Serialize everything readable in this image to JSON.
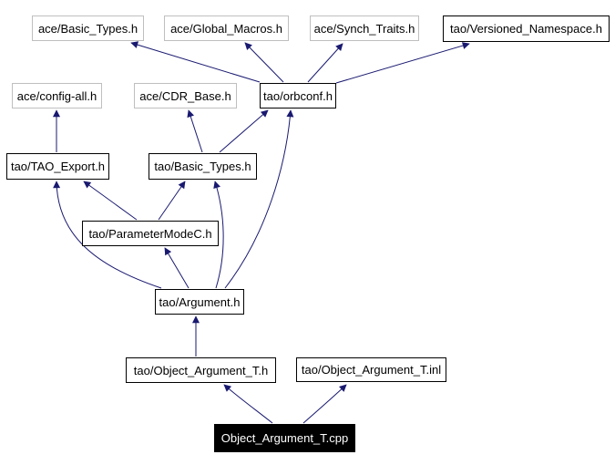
{
  "graph": {
    "type": "include-dependency-graph",
    "colors": {
      "edge": "#191970",
      "undocumented_border": "#bfbfbf",
      "documented_border": "#000000",
      "node_background": "#ffffff",
      "focus_background": "#000000",
      "focus_text": "#ffffff"
    },
    "nodes": [
      {
        "id": "ace_basic_types_h",
        "label": "ace/Basic_Types.h",
        "documented": false
      },
      {
        "id": "ace_global_macros_h",
        "label": "ace/Global_Macros.h",
        "documented": false
      },
      {
        "id": "ace_synch_traits_h",
        "label": "ace/Synch_Traits.h",
        "documented": false
      },
      {
        "id": "tao_versioned_namespace_h",
        "label": "tao/Versioned_Namespace.h",
        "documented": true
      },
      {
        "id": "ace_config_all_h",
        "label": "ace/config-all.h",
        "documented": false
      },
      {
        "id": "ace_cdr_base_h",
        "label": "ace/CDR_Base.h",
        "documented": false
      },
      {
        "id": "tao_orbconf_h",
        "label": "tao/orbconf.h",
        "documented": true
      },
      {
        "id": "tao_tao_export_h",
        "label": "tao/TAO_Export.h",
        "documented": true
      },
      {
        "id": "tao_basic_types_h",
        "label": "tao/Basic_Types.h",
        "documented": true
      },
      {
        "id": "tao_parametermodec_h",
        "label": "tao/ParameterModeC.h",
        "documented": true
      },
      {
        "id": "tao_argument_h",
        "label": "tao/Argument.h",
        "documented": true
      },
      {
        "id": "tao_object_argument_t_h",
        "label": "tao/Object_Argument_T.h",
        "documented": true
      },
      {
        "id": "tao_object_argument_t_inl",
        "label": "tao/Object_Argument_T.inl",
        "documented": true
      },
      {
        "id": "object_argument_t_cpp",
        "label": "Object_Argument_T.cpp",
        "documented": false,
        "focus": true
      }
    ],
    "edges": [
      {
        "from": "object_argument_t_cpp",
        "to": "tao_object_argument_t_h"
      },
      {
        "from": "object_argument_t_cpp",
        "to": "tao_object_argument_t_inl"
      },
      {
        "from": "tao_object_argument_t_h",
        "to": "tao_argument_h"
      },
      {
        "from": "tao_argument_h",
        "to": "tao_parametermodec_h"
      },
      {
        "from": "tao_argument_h",
        "to": "tao_tao_export_h"
      },
      {
        "from": "tao_argument_h",
        "to": "tao_basic_types_h"
      },
      {
        "from": "tao_argument_h",
        "to": "tao_orbconf_h"
      },
      {
        "from": "tao_parametermodec_h",
        "to": "tao_tao_export_h"
      },
      {
        "from": "tao_parametermodec_h",
        "to": "tao_basic_types_h"
      },
      {
        "from": "tao_tao_export_h",
        "to": "ace_config_all_h"
      },
      {
        "from": "tao_basic_types_h",
        "to": "ace_cdr_base_h"
      },
      {
        "from": "tao_basic_types_h",
        "to": "tao_orbconf_h"
      },
      {
        "from": "tao_orbconf_h",
        "to": "ace_basic_types_h"
      },
      {
        "from": "tao_orbconf_h",
        "to": "ace_global_macros_h"
      },
      {
        "from": "tao_orbconf_h",
        "to": "ace_synch_traits_h"
      },
      {
        "from": "tao_orbconf_h",
        "to": "tao_versioned_namespace_h"
      }
    ]
  }
}
